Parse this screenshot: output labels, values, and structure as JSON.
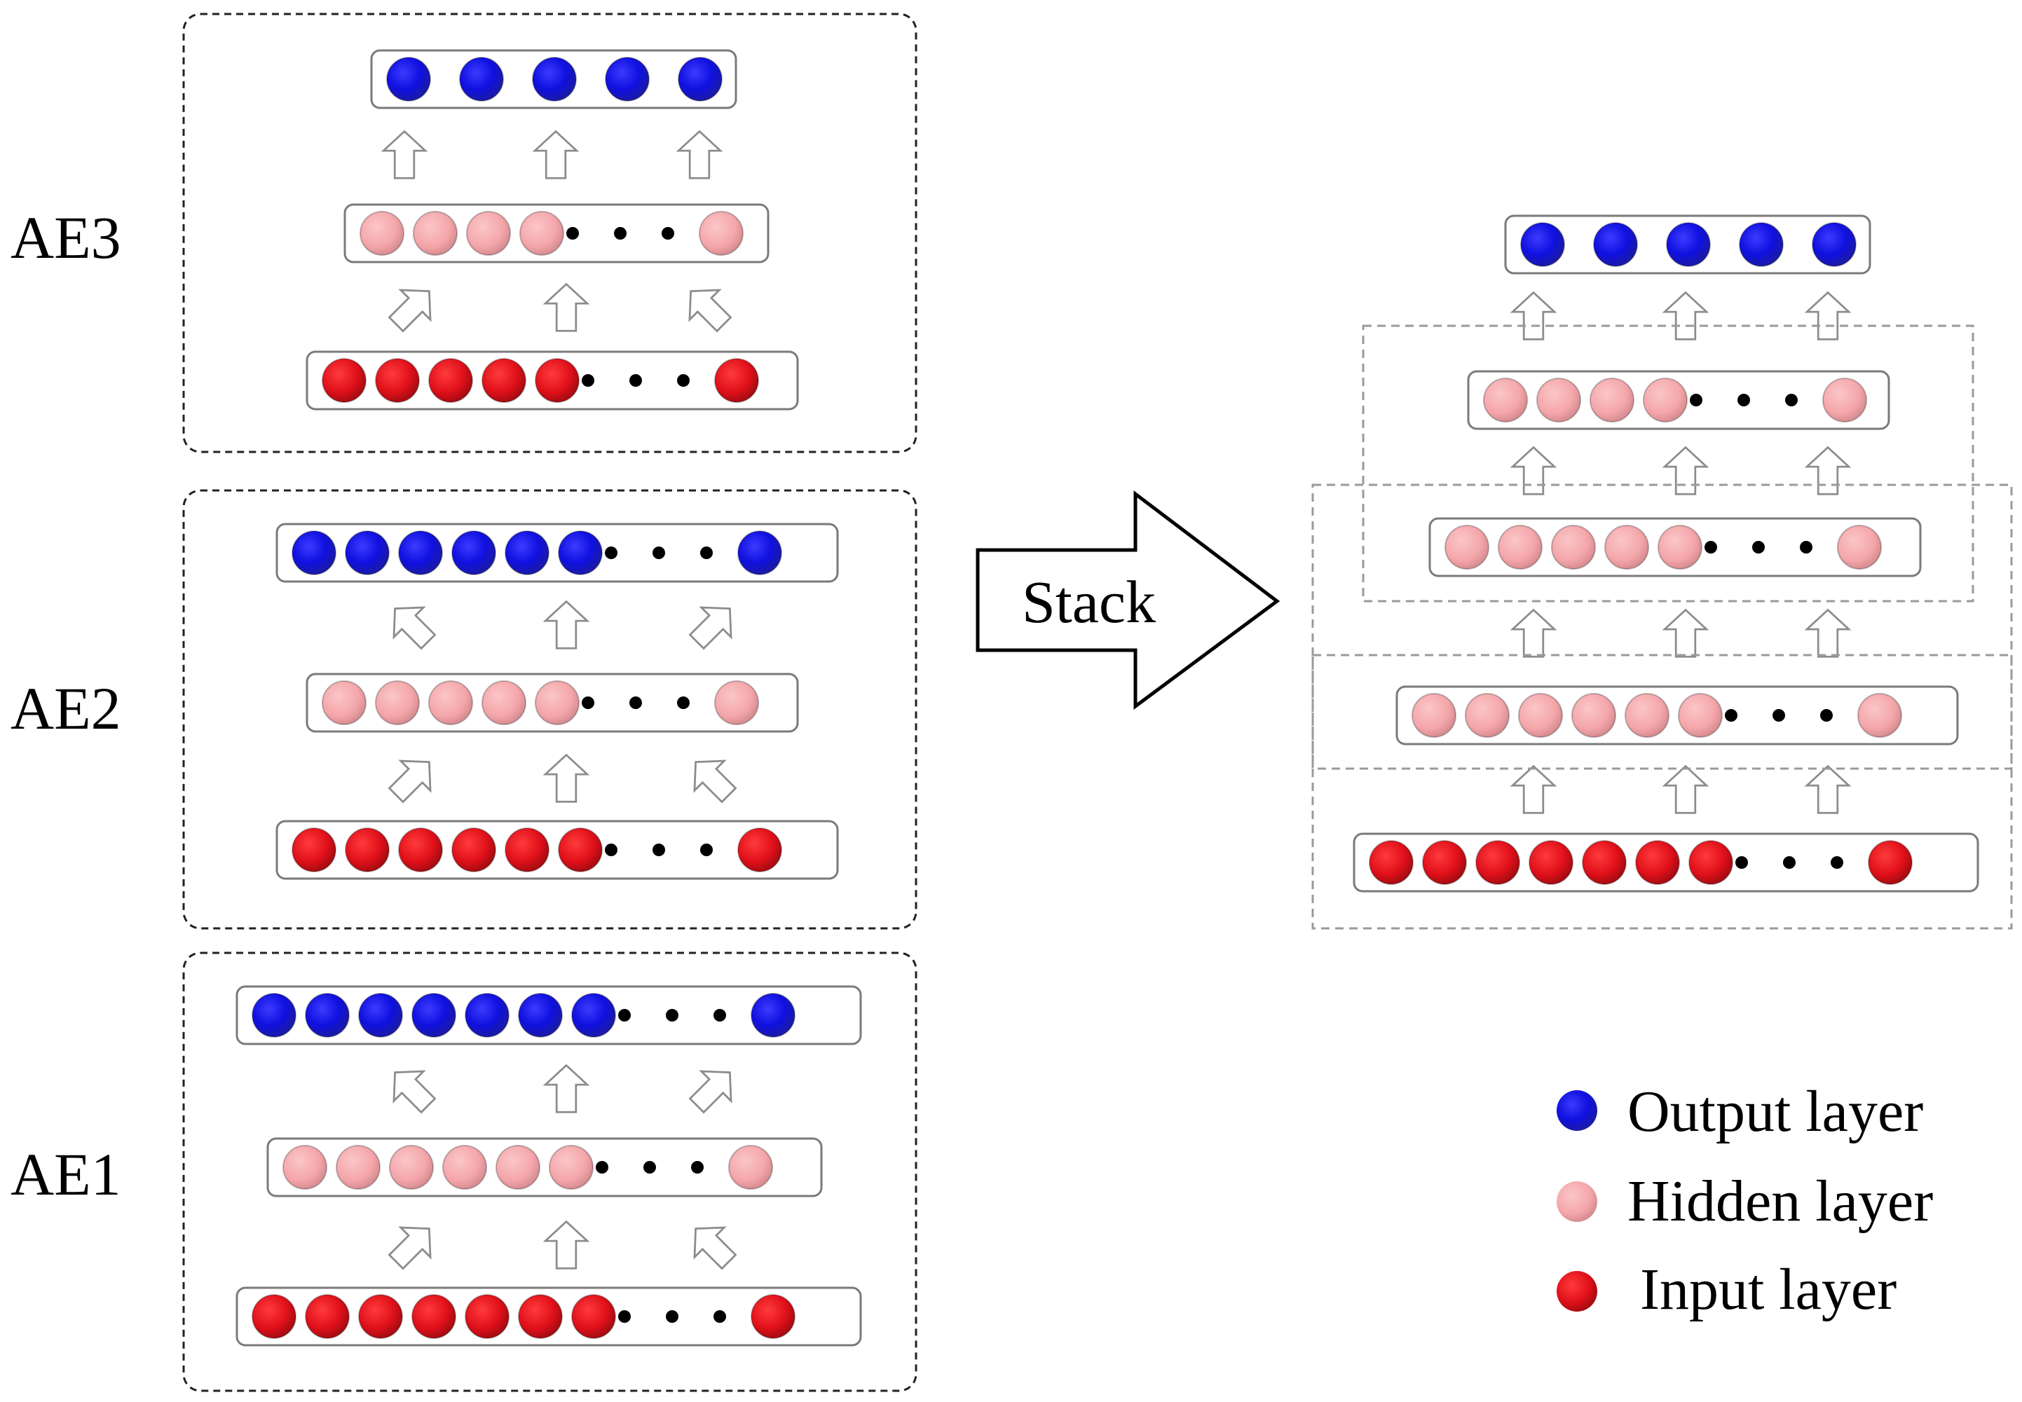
{
  "labels": {
    "ae3": "AE3",
    "ae2": "AE2",
    "ae1": "AE1",
    "stack": "Stack"
  },
  "legend": {
    "output": "Output layer",
    "hidden": "Hidden layer",
    "input": "Input layer"
  },
  "colors": {
    "output": "#1a1ae6",
    "hidden": "#f5a9ad",
    "input": "#e8141c",
    "dashed_box": "#222222",
    "stack_dashed_box": "#9a9a9a",
    "arrow": "#8c8c8c"
  },
  "layers": {
    "ae3_output": {
      "type": "output",
      "solid": 5,
      "ellipsis": false,
      "tail": 0
    },
    "ae3_hidden": {
      "type": "hidden",
      "solid": 4,
      "ellipsis": true,
      "tail": 1
    },
    "ae3_input": {
      "type": "input",
      "solid": 5,
      "ellipsis": true,
      "tail": 1
    },
    "ae2_output": {
      "type": "output",
      "solid": 6,
      "ellipsis": true,
      "tail": 1
    },
    "ae2_hidden": {
      "type": "hidden",
      "solid": 5,
      "ellipsis": true,
      "tail": 1
    },
    "ae2_input": {
      "type": "input",
      "solid": 6,
      "ellipsis": true,
      "tail": 1
    },
    "ae1_output": {
      "type": "output",
      "solid": 7,
      "ellipsis": true,
      "tail": 1
    },
    "ae1_hidden": {
      "type": "hidden",
      "solid": 6,
      "ellipsis": true,
      "tail": 1
    },
    "ae1_input": {
      "type": "input",
      "solid": 7,
      "ellipsis": true,
      "tail": 1
    },
    "stack_output": {
      "type": "output",
      "solid": 5,
      "ellipsis": false,
      "tail": 0
    },
    "stack_hidden3": {
      "type": "hidden",
      "solid": 4,
      "ellipsis": true,
      "tail": 1
    },
    "stack_hidden2": {
      "type": "hidden",
      "solid": 5,
      "ellipsis": true,
      "tail": 1
    },
    "stack_hidden1": {
      "type": "hidden",
      "solid": 6,
      "ellipsis": true,
      "tail": 1
    },
    "stack_input": {
      "type": "input",
      "solid": 7,
      "ellipsis": true,
      "tail": 1
    }
  }
}
